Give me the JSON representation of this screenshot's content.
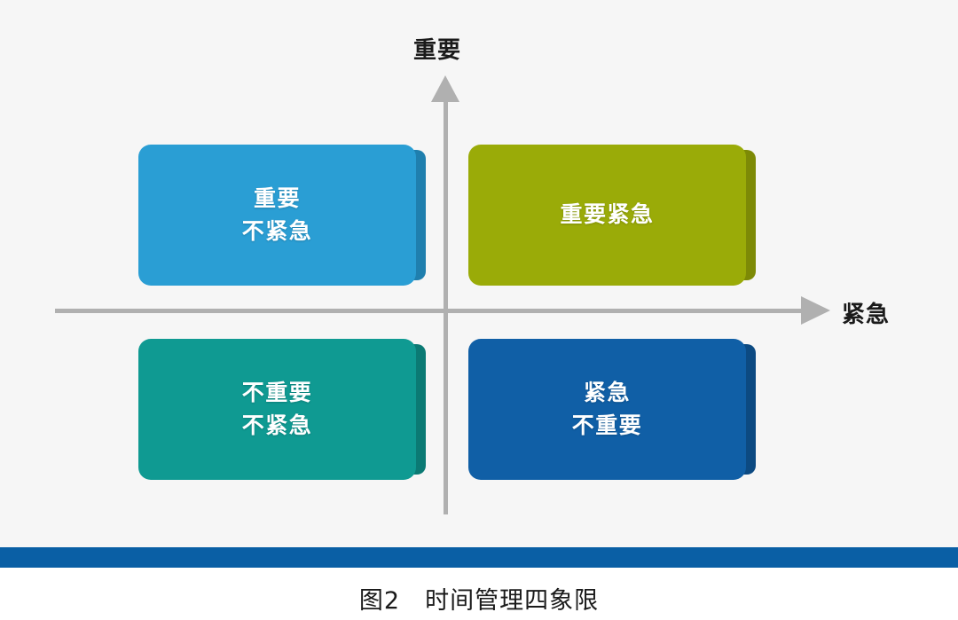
{
  "figure": {
    "caption": "图2　时间管理四象限",
    "background_color": "#f6f6f6",
    "footer_bar_color": "#0a5fa5"
  },
  "axes": {
    "vertical": {
      "label": "重要",
      "direction": "up",
      "line_color": "#b0b0b0",
      "arrow_icon": "arrow-up-icon"
    },
    "horizontal": {
      "label": "紧急",
      "direction": "right",
      "line_color": "#b0b0b0",
      "arrow_icon": "arrow-right-icon"
    }
  },
  "quadrants": [
    {
      "id": "top-left",
      "lines": [
        "重要",
        "不紧急"
      ],
      "text": "重要\n不紧急",
      "color": "#2a9ed4",
      "side_color": "#1f7fae",
      "text_color": "#ffffff"
    },
    {
      "id": "top-right",
      "lines": [
        "重要紧急"
      ],
      "text": "重要紧急",
      "color": "#9aab08",
      "side_color": "#7d8a06",
      "text_color": "#ffffff"
    },
    {
      "id": "bottom-left",
      "lines": [
        "不重要",
        "不紧急"
      ],
      "text": "不重要\n不紧急",
      "color": "#0f9a92",
      "side_color": "#0b7a74",
      "text_color": "#ffffff"
    },
    {
      "id": "bottom-right",
      "lines": [
        "紧急",
        "不重要"
      ],
      "text": "紧急\n不重要",
      "color": "#105fa6",
      "side_color": "#0c4a82",
      "text_color": "#ffffff"
    }
  ]
}
